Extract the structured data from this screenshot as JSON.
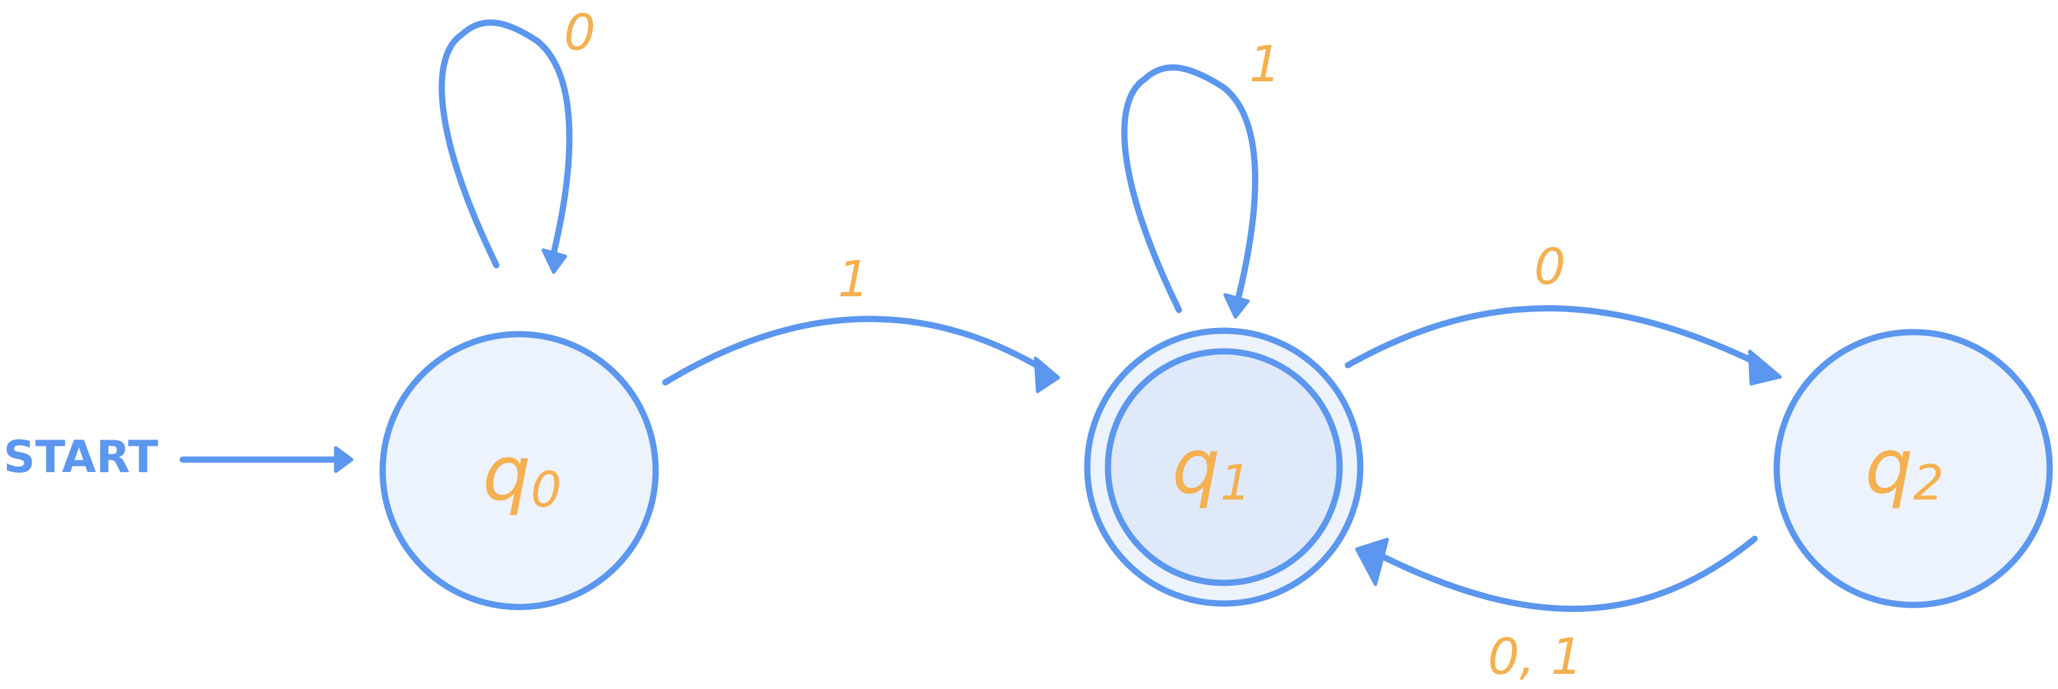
{
  "colors": {
    "stroke": "#5b96ef",
    "label": "#f5b04f",
    "state_fill": "#ecf3fd",
    "accept_fill": "#dfe9fa"
  },
  "start_label": "START",
  "states": [
    {
      "id": "q0",
      "base": "q",
      "sub": "0",
      "accepting": false
    },
    {
      "id": "q1",
      "base": "q",
      "sub": "1",
      "accepting": true
    },
    {
      "id": "q2",
      "base": "q",
      "sub": "2",
      "accepting": false
    }
  ],
  "transitions": [
    {
      "from": "q0",
      "to": "q0",
      "label": "0"
    },
    {
      "from": "q0",
      "to": "q1",
      "label": "1"
    },
    {
      "from": "q1",
      "to": "q1",
      "label": "1"
    },
    {
      "from": "q1",
      "to": "q2",
      "label": "0"
    },
    {
      "from": "q2",
      "to": "q1",
      "label": "0, 1"
    }
  ]
}
